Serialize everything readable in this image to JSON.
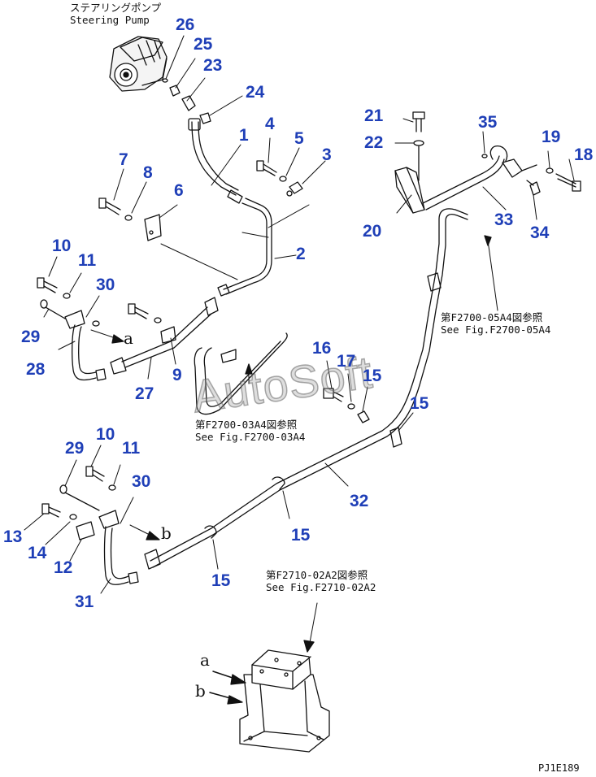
{
  "pump_note": {
    "ja": "ステアリングポンプ",
    "en": "Steering Pump"
  },
  "refs": [
    {
      "ja": "第F2700-05A4図参照",
      "en": "See Fig.F2700-05A4"
    },
    {
      "ja": "第F2700-03A4図参照",
      "en": "See Fig.F2700-03A4"
    },
    {
      "ja": "第F2710-02A2図参照",
      "en": "See Fig.F2710-02A2"
    }
  ],
  "part_labels": [
    "26",
    "25",
    "23",
    "24",
    "1",
    "4",
    "5",
    "3",
    "2",
    "7",
    "8",
    "6",
    "10",
    "11",
    "30",
    "29",
    "28",
    "27",
    "9",
    "21",
    "22",
    "35",
    "19",
    "18",
    "20",
    "33",
    "34",
    "16",
    "17",
    "15",
    "15",
    "32",
    "15",
    "15",
    "29",
    "10",
    "11",
    "30",
    "13",
    "14",
    "12",
    "31"
  ],
  "arrow_letters": [
    "a",
    "b",
    "a",
    "b"
  ],
  "watermark": "AutoSoft",
  "drawing_code": "PJ1E189"
}
